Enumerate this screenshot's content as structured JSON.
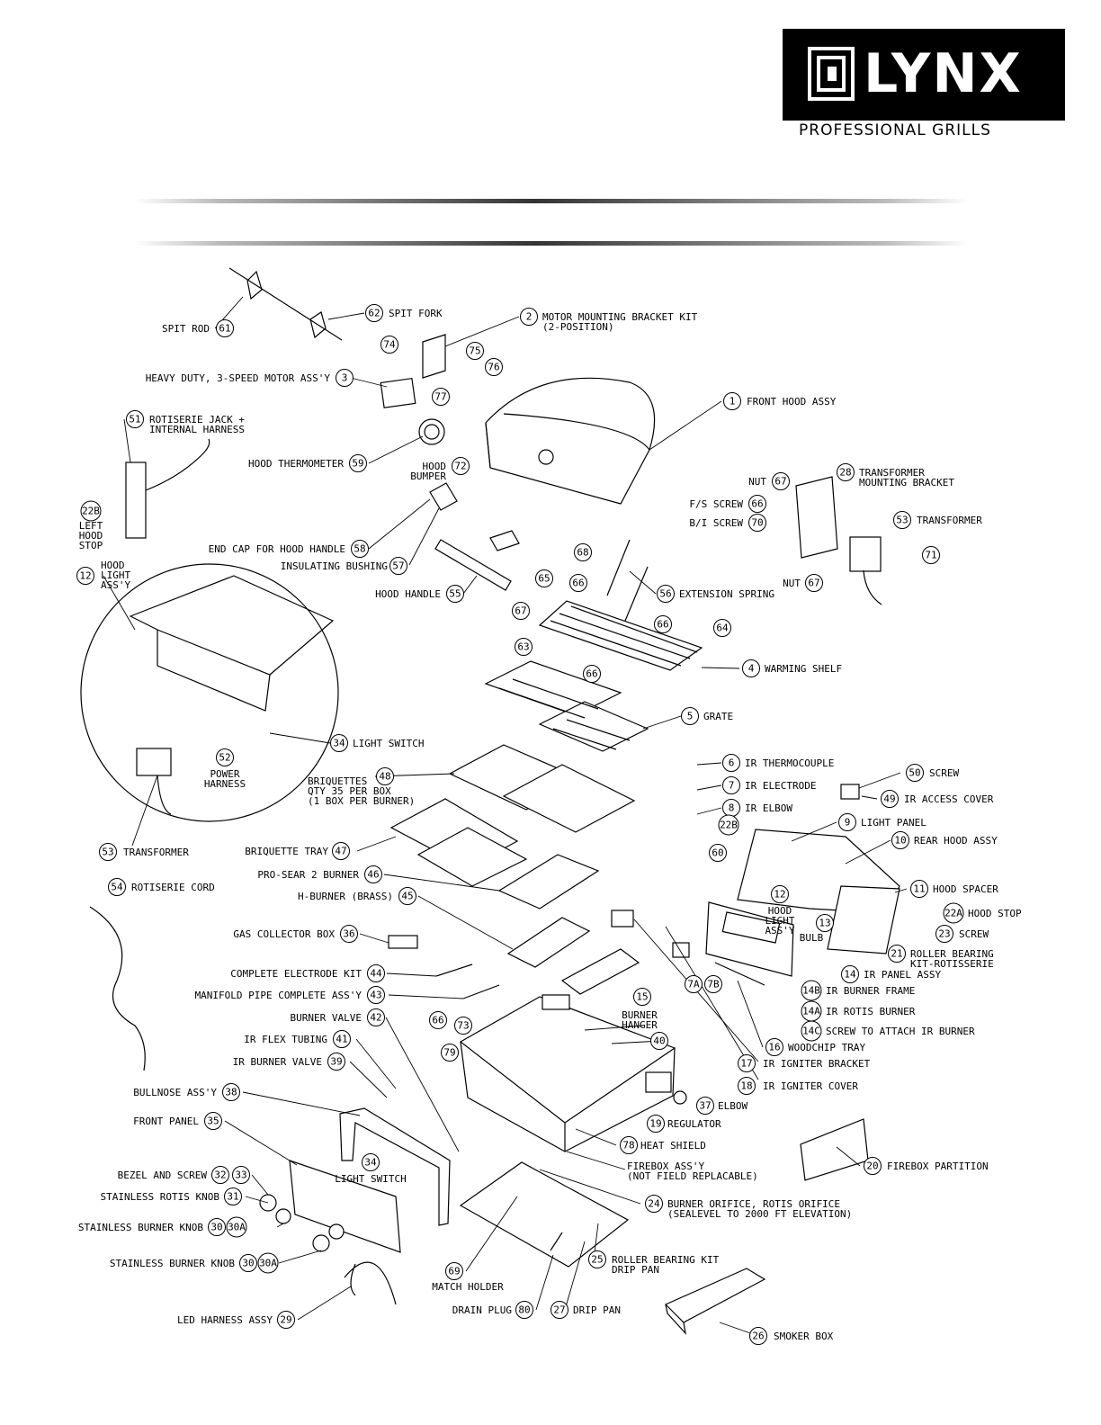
{
  "brand": {
    "logo_text": "LYNX",
    "tagline": "PROFESSIONAL GRILLS"
  },
  "callouts": [
    {
      "id": "61",
      "label": "SPIT ROD"
    },
    {
      "id": "62",
      "label": "SPIT FORK"
    },
    {
      "id": "2",
      "label": "MOTOR MOUNTING BRACKET KIT\n(2-POSITION)"
    },
    {
      "id": "74",
      "label": ""
    },
    {
      "id": "75",
      "label": ""
    },
    {
      "id": "76",
      "label": ""
    },
    {
      "id": "77",
      "label": ""
    },
    {
      "id": "3",
      "label": "HEAVY DUTY, 3-SPEED MOTOR ASS'Y"
    },
    {
      "id": "1",
      "label": "FRONT HOOD ASSY"
    },
    {
      "id": "51",
      "label": "ROTISERIE JACK +\nINTERNAL HARNESS"
    },
    {
      "id": "59",
      "label": "HOOD THERMOMETER"
    },
    {
      "id": "72",
      "label": "HOOD\nBUMPER"
    },
    {
      "id": "22B",
      "label": "LEFT\nHOOD\nSTOP"
    },
    {
      "id": "67",
      "label": "NUT"
    },
    {
      "id": "28",
      "label": "TRANSFORMER\nMOUNTING BRACKET"
    },
    {
      "id": "66",
      "label": "F/S SCREW"
    },
    {
      "id": "70",
      "label": "B/I SCREW"
    },
    {
      "id": "53",
      "label": "TRANSFORMER"
    },
    {
      "id": "71",
      "label": ""
    },
    {
      "id": "58",
      "label": "END CAP FOR HOOD HANDLE"
    },
    {
      "id": "68",
      "label": ""
    },
    {
      "id": "57",
      "label": "INSULATING BUSHING"
    },
    {
      "id": "12",
      "label": "HOOD\nLIGHT\nASS'Y"
    },
    {
      "id": "55",
      "label": "HOOD HANDLE"
    },
    {
      "id": "56",
      "label": "EXTENSION SPRING"
    },
    {
      "id": "65",
      "label": ""
    },
    {
      "id": "64",
      "label": ""
    },
    {
      "id": "63",
      "label": ""
    },
    {
      "id": "4",
      "label": "WARMING SHELF"
    },
    {
      "id": "5",
      "label": "GRATE"
    },
    {
      "id": "34",
      "label": "LIGHT SWITCH"
    },
    {
      "id": "52",
      "label": "POWER\nHARNESS"
    },
    {
      "id": "48",
      "label": "BRIQUETTES\nQTY 35 PER BOX\n(1 BOX PER BURNER)"
    },
    {
      "id": "6",
      "label": "IR THERMOCOUPLE"
    },
    {
      "id": "50",
      "label": "SCREW"
    },
    {
      "id": "7",
      "label": "IR ELECTRODE"
    },
    {
      "id": "49",
      "label": "IR ACCESS COVER"
    },
    {
      "id": "8",
      "label": "IR ELBOW"
    },
    {
      "id": "9",
      "label": "LIGHT PANEL"
    },
    {
      "id": "47",
      "label": "BRIQUETTE TRAY"
    },
    {
      "id": "10",
      "label": "REAR HOOD ASSY"
    },
    {
      "id": "60",
      "label": ""
    },
    {
      "id": "46",
      "label": "PRO-SEAR 2 BURNER"
    },
    {
      "id": "45",
      "label": "H-BURNER (BRASS)"
    },
    {
      "id": "11",
      "label": "HOOD SPACER"
    },
    {
      "id": "22A",
      "label": "HOOD STOP"
    },
    {
      "id": "23",
      "label": "SCREW"
    },
    {
      "id": "13",
      "label": "BULB"
    },
    {
      "id": "54",
      "label": "ROTISERIE CORD"
    },
    {
      "id": "36",
      "label": "GAS COLLECTOR BOX"
    },
    {
      "id": "21",
      "label": "ROLLER BEARING\nKIT-ROTISSERIE"
    },
    {
      "id": "44",
      "label": "COMPLETE ELECTRODE KIT"
    },
    {
      "id": "14",
      "label": "IR PANEL ASSY"
    },
    {
      "id": "7A",
      "label": ""
    },
    {
      "id": "7B",
      "label": ""
    },
    {
      "id": "14B",
      "label": "IR BURNER FRAME"
    },
    {
      "id": "43",
      "label": "MANIFOLD PIPE COMPLETE ASS'Y"
    },
    {
      "id": "15",
      "label": "BURNER\nHANGER"
    },
    {
      "id": "14A",
      "label": "IR ROTIS BURNER"
    },
    {
      "id": "73",
      "label": ""
    },
    {
      "id": "14C",
      "label": "SCREW TO ATTACH IR BURNER"
    },
    {
      "id": "42",
      "label": "BURNER VALVE"
    },
    {
      "id": "40",
      "label": ""
    },
    {
      "id": "16",
      "label": "WOODCHIP TRAY"
    },
    {
      "id": "41",
      "label": "IR FLEX TUBING"
    },
    {
      "id": "79",
      "label": ""
    },
    {
      "id": "17",
      "label": "IR IGNITER BRACKET"
    },
    {
      "id": "39",
      "label": "IR BURNER VALVE"
    },
    {
      "id": "18",
      "label": "IR IGNITER COVER"
    },
    {
      "id": "38",
      "label": "BULLNOSE ASS'Y"
    },
    {
      "id": "37",
      "label": "ELBOW"
    },
    {
      "id": "35",
      "label": "FRONT PANEL"
    },
    {
      "id": "19",
      "label": "REGULATOR"
    },
    {
      "id": "78",
      "label": "HEAT SHIELD"
    },
    {
      "id": "20",
      "label": "FIREBOX PARTITION"
    },
    {
      "id": "FIREBOX",
      "label": "FIREBOX ASS'Y\n(NOT FIELD REPLACABLE)"
    },
    {
      "id": "32",
      "label": "BEZEL AND SCREW"
    },
    {
      "id": "33",
      "label": ""
    },
    {
      "id": "31",
      "label": "STAINLESS ROTIS KNOB"
    },
    {
      "id": "24",
      "label": "BURNER ORIFICE, ROTIS ORIFICE\n(SEALEVEL TO 2000 FT ELEVATION)"
    },
    {
      "id": "30",
      "label": "STAINLESS BURNER KNOB"
    },
    {
      "id": "30A",
      "label": ""
    },
    {
      "id": "25",
      "label": "ROLLER BEARING KIT\nDRIP PAN"
    },
    {
      "id": "69",
      "label": "MATCH HOLDER"
    },
    {
      "id": "80",
      "label": "DRAIN PLUG"
    },
    {
      "id": "27",
      "label": "DRIP PAN"
    },
    {
      "id": "29",
      "label": "LED HARNESS ASSY"
    },
    {
      "id": "26",
      "label": "SMOKER BOX"
    }
  ]
}
